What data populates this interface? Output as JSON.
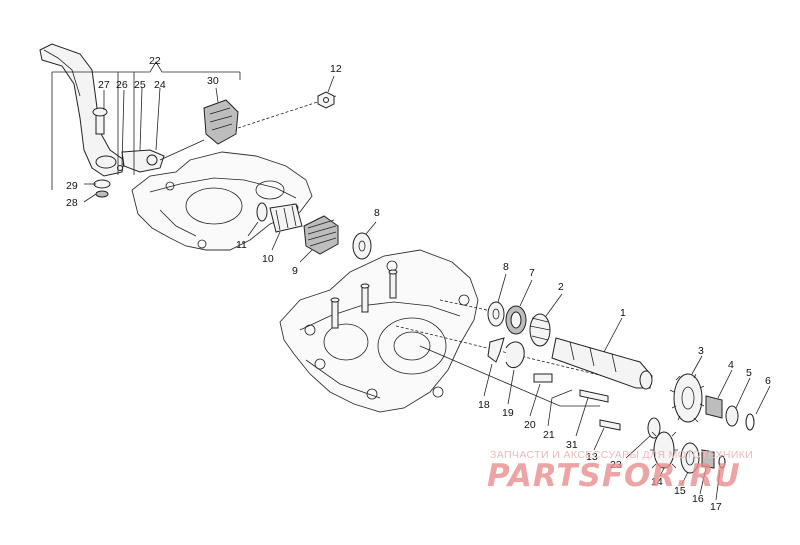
{
  "diagram": {
    "part_numbers": [
      "22",
      "27",
      "26",
      "25",
      "24",
      "30",
      "12",
      "29",
      "28",
      "11",
      "10",
      "9",
      "8",
      "8",
      "7",
      "2",
      "1",
      "3",
      "4",
      "5",
      "6",
      "18",
      "19",
      "20",
      "21",
      "31",
      "13",
      "23",
      "14",
      "15",
      "16",
      "17"
    ]
  },
  "watermark": {
    "caption": "ЗАПЧАСТИ И АКСЕССУАРЫ ДЛЯ МОТОТЕХНИКИ",
    "logo": "PARTSFOR.RU"
  },
  "colors": {
    "ink": "#222222",
    "watermark": "#e98b8b"
  }
}
